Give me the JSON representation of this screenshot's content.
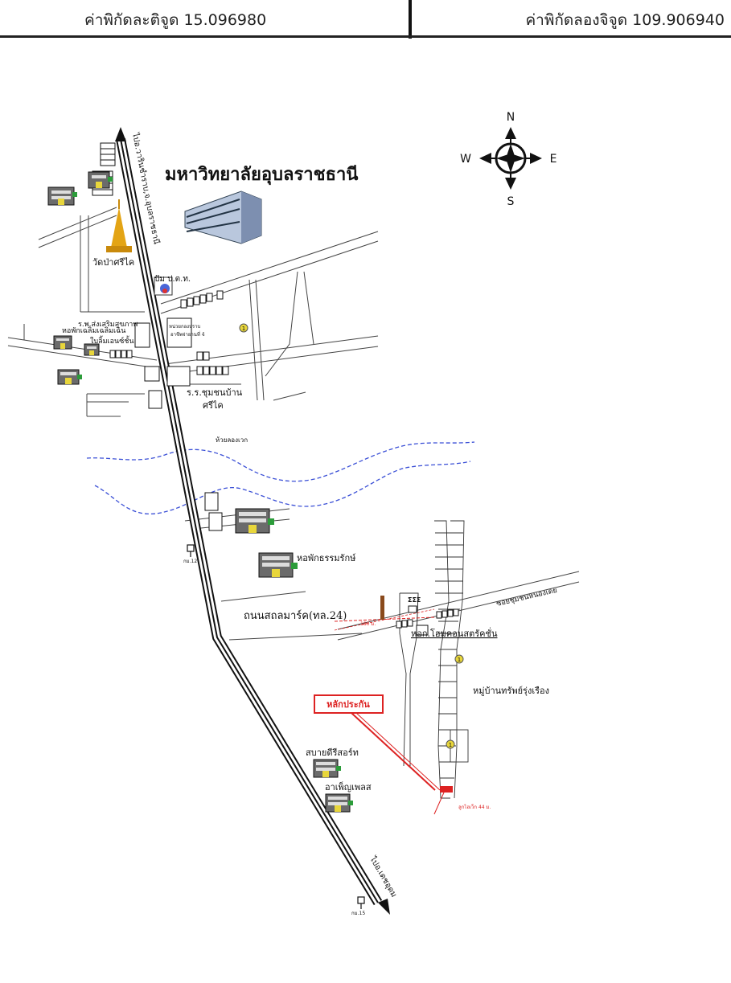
{
  "header": {
    "latitude": "ค่าพิกัดละติจูด 15.096980",
    "longitude": "ค่าพิกัดลองจิจูด 109.906940"
  },
  "compass": {
    "n": "N",
    "s": "S",
    "e": "E",
    "w": "W"
  },
  "labels": {
    "university": "มหาวิทยาลัยอุบลราชธานี",
    "road_north": "ไปอ.วารินชำราบ,จ.อุบลราชธานี",
    "road_south": "ไปอ.เดชอุดม",
    "temple": "วัดป่าศรีไค",
    "gas_station": "ปัม ป.ต.ท.",
    "hospital": "ร.พ.ส่งเสริมสุขภาพ",
    "dorm_a": "หอพักเฉลิมเฉลิมเฉิน",
    "dorm_a_sub": "ใบลิ้มเอนซ์ชั้น",
    "police": "หน่วยกองปราบ",
    "police_sub": "อาชีพจ่ายานที่ 4",
    "school": "ร.ร.ชุมชนบ้าน",
    "school_sub": "ศรีไค",
    "creek": "ห้วยลองเวก",
    "km12": "กม.12",
    "km15": "กม.15",
    "dorm_b": "หอพักธรรมรักษ์",
    "highway": "ถนนสถลมาร์ค(ทล.24)",
    "village": "หมู่บ้านทรัพย์รุ่งเรือง",
    "landmark_box": "หลักประกัน",
    "resort": "สบายดีรีสอร์ท",
    "place": "อาเพ็ญเพลส",
    "dorm_c": "หอก.โฮมคอนสตรัคชั่น",
    "soi": "ซอยชุมชนหนองเดย",
    "dist_180": "180 ม.",
    "dist_44": "ลูกไฮเว็ก 44 ม.",
    "marker": "1"
  }
}
